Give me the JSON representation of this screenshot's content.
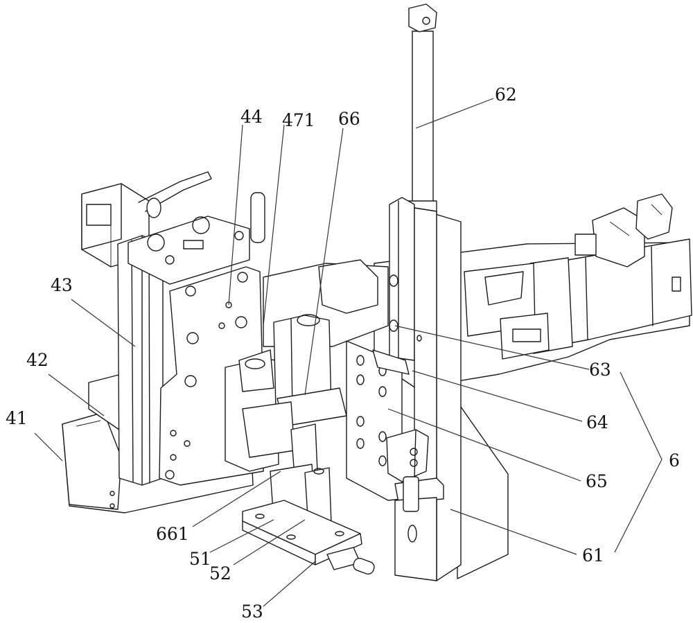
{
  "figure": {
    "type": "patent mechanical drawing",
    "description": "Isometric line drawing of a pneumatic/servo positioning assembly with reference numerals"
  },
  "labels": [
    {
      "id": "41",
      "text": "41"
    },
    {
      "id": "42",
      "text": "42"
    },
    {
      "id": "43",
      "text": "43"
    },
    {
      "id": "44",
      "text": "44"
    },
    {
      "id": "471",
      "text": "471"
    },
    {
      "id": "66",
      "text": "66"
    },
    {
      "id": "62",
      "text": "62"
    },
    {
      "id": "63",
      "text": "63"
    },
    {
      "id": "64",
      "text": "64"
    },
    {
      "id": "65",
      "text": "65"
    },
    {
      "id": "6",
      "text": "6"
    },
    {
      "id": "61",
      "text": "61"
    },
    {
      "id": "661",
      "text": "661"
    },
    {
      "id": "51",
      "text": "51"
    },
    {
      "id": "52",
      "text": "52"
    },
    {
      "id": "53",
      "text": "53"
    }
  ],
  "group_bracket": {
    "label": "6",
    "members": [
      "63",
      "61"
    ]
  }
}
